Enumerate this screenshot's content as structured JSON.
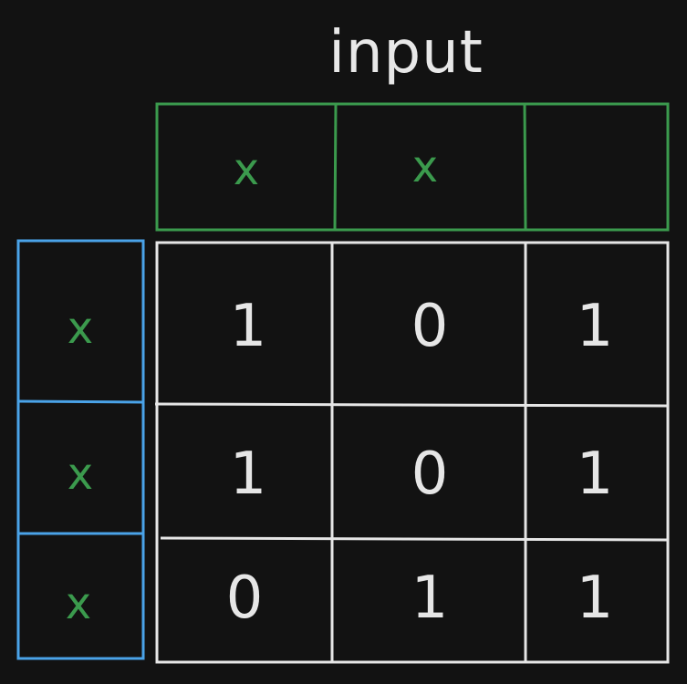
{
  "title": "input",
  "colors": {
    "background": "#121212",
    "input_border": "#3b9a4d",
    "side_border": "#4aa3e8",
    "grid_border": "#e6e6e6",
    "mark": "#3b9a4d",
    "text": "#e6e6e6"
  },
  "input_row": [
    "x",
    "x",
    ""
  ],
  "side_column": [
    "x",
    "x",
    "x"
  ],
  "matrix": [
    [
      "1",
      "0",
      "1"
    ],
    [
      "1",
      "0",
      "1"
    ],
    [
      "0",
      "1",
      "1"
    ]
  ]
}
